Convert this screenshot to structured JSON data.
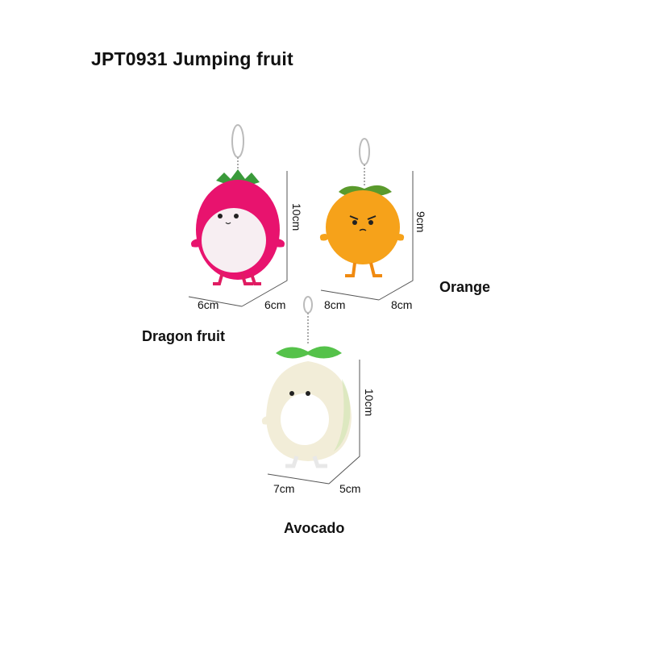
{
  "title": "JPT0931 Jumping fruit",
  "products": [
    {
      "name": "Dragon fruit",
      "height": "10cm",
      "width": "6cm",
      "depth": "6cm",
      "icon": "dragon-fruit-plush-icon",
      "colors": {
        "body": "#e8136e",
        "face": "#f7eef2",
        "leaf": "#3a9a3a",
        "feet": "#e01c62"
      }
    },
    {
      "name": "Orange",
      "height": "9cm",
      "width": "8cm",
      "depth": "8cm",
      "icon": "orange-plush-icon",
      "colors": {
        "body": "#f6a21a",
        "leaf": "#5a9a2c",
        "feet": "#f08a10"
      }
    },
    {
      "name": "Avocado",
      "height": "10cm",
      "width": "7cm",
      "depth": "5cm",
      "icon": "avocado-plush-icon",
      "colors": {
        "body": "#f2edd8",
        "face": "#ffffff",
        "leaf": "#55c24a",
        "feet": "#f4f4f4"
      }
    }
  ]
}
